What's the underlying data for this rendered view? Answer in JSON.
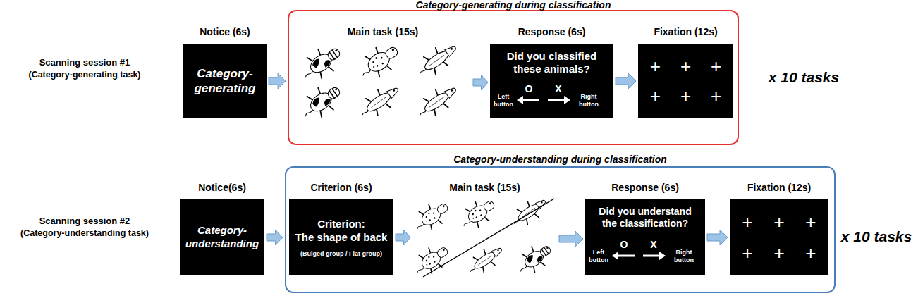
{
  "diagram": {
    "nodes": [
      {
        "text": [
          "Notice (6s)",
          "Category-generating"
        ]
      },
      {
        "text": [
          "Category-generating during classification"
        ]
      },
      {
        "text": [
          "Main task (15s)"
        ],
        "in": 1
      },
      {
        "text": [
          "Response (6s)",
          "Did you classified these animals?",
          "Left button",
          "O",
          "X",
          "Right button"
        ],
        "in": 1
      },
      {
        "text": [
          "Fixation (12s)",
          "+",
          "+",
          "+",
          "+",
          "+",
          "+"
        ],
        "in": 1
      },
      {
        "text": [
          "Notice(6s)",
          "Category-understanding"
        ]
      },
      {
        "text": [
          "Category-understanding during classification"
        ]
      },
      {
        "text": [
          "Criterion (6s)",
          "Criterion:",
          "The shape of back",
          "(Bulged group / Flat group)"
        ],
        "in": 6
      },
      {
        "text": [
          "Main task (15s)"
        ],
        "in": 6
      },
      {
        "text": [
          "Response (6s)",
          "Did you understand the classification?",
          "Left button",
          "O",
          "X",
          "Right button"
        ],
        "in": 6
      },
      {
        "text": [
          "Fixation (12s)",
          "+",
          "+",
          "+",
          "+",
          "+",
          "+"
        ],
        "in": 6
      }
    ],
    "edges": [
      {
        "from": 0,
        "to": 1,
        "arrow": "to"
      },
      {
        "from": 2,
        "to": 3,
        "arrow": "to"
      },
      {
        "from": 3,
        "to": 4,
        "arrow": "to"
      },
      {
        "from": 5,
        "to": 6,
        "arrow": "to"
      },
      {
        "from": 7,
        "to": 8,
        "arrow": "to"
      },
      {
        "from": 8,
        "to": 9,
        "arrow": "to"
      },
      {
        "from": 9,
        "to": 10,
        "arrow": "to"
      }
    ],
    "labels": [
      "Scanning session #1",
      "(Category-generating task)",
      "x 10 tasks",
      "Scanning session #2",
      "(Category-understanding task)",
      "x 10 tasks"
    ]
  }
}
